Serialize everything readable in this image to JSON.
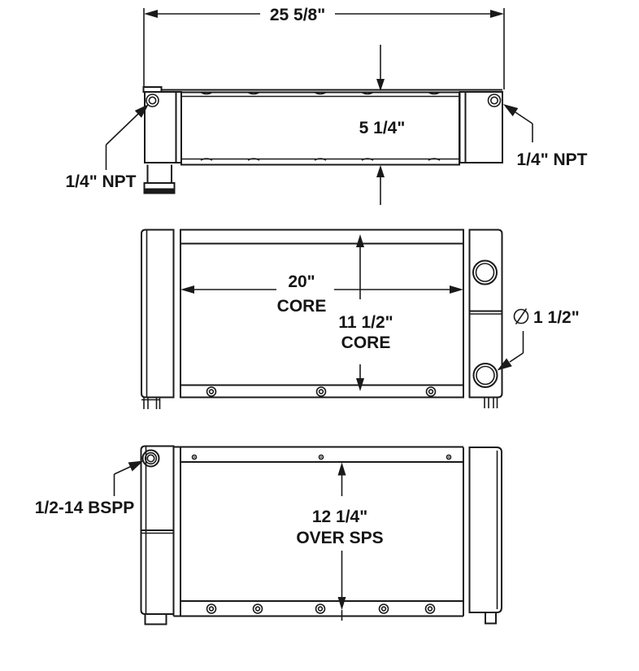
{
  "page": {
    "background_color": "#ffffff",
    "line_color": "#1a1a1a",
    "description_domain": "engineering dimension drawing, three orthographic views of an oil cooler / radiator"
  },
  "views": {
    "top": {
      "overall_width": "25 5/8\"",
      "overall_depth": "5 1/4\"",
      "left_port": "1/4\" NPT",
      "right_port": "1/4\" NPT"
    },
    "front": {
      "core_width": "20\"",
      "core_width_suffix": "CORE",
      "core_height": "11 1/2\"",
      "core_height_suffix": "CORE",
      "diameter_symbol": "∅",
      "port_diameter": "1 1/2\""
    },
    "rear": {
      "port_thread": "1/2-14 BSPP",
      "height_over_sps": "12 1/4\"",
      "height_suffix": "OVER SPS"
    }
  }
}
